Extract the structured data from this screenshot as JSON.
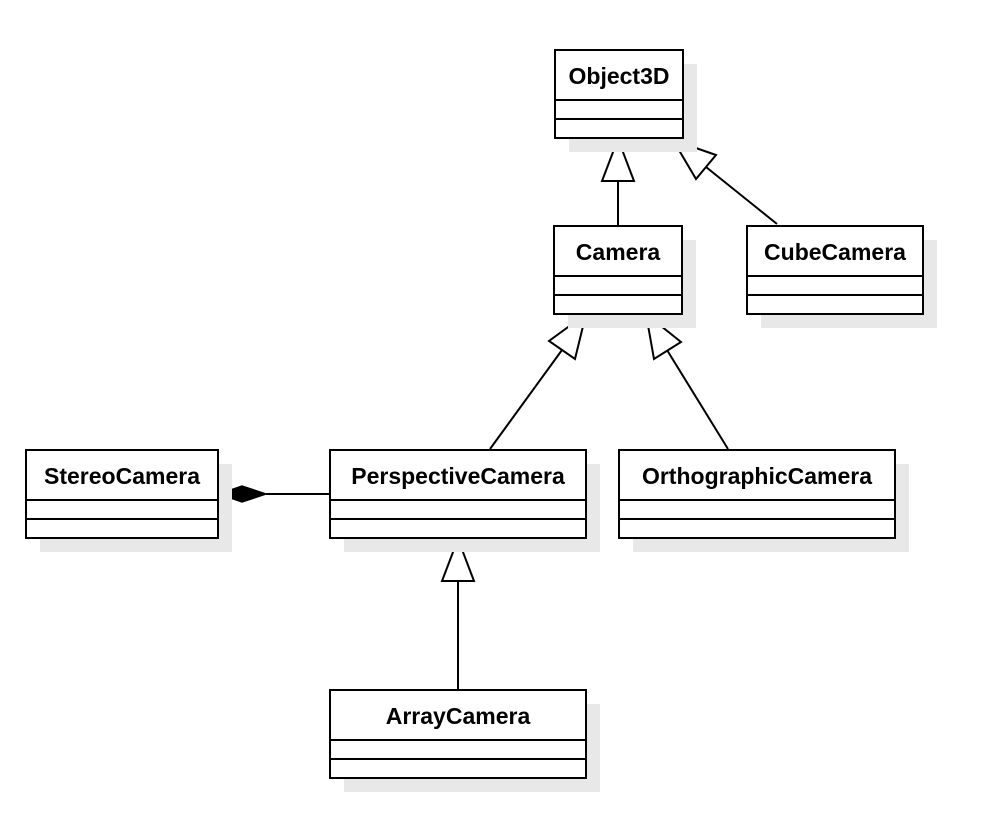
{
  "diagram": {
    "type": "uml-class-diagram",
    "classes": [
      {
        "id": "object3d",
        "name": "Object3D"
      },
      {
        "id": "camera",
        "name": "Camera"
      },
      {
        "id": "cubecamera",
        "name": "CubeCamera"
      },
      {
        "id": "stereocamera",
        "name": "StereoCamera"
      },
      {
        "id": "perspectivecamera",
        "name": "PerspectiveCamera"
      },
      {
        "id": "orthographiccamera",
        "name": "OrthographicCamera"
      },
      {
        "id": "arraycamera",
        "name": "ArrayCamera"
      }
    ],
    "relations": [
      {
        "kind": "generalization",
        "from": "camera",
        "to": "object3d"
      },
      {
        "kind": "generalization",
        "from": "cubecamera",
        "to": "object3d"
      },
      {
        "kind": "generalization",
        "from": "perspectivecamera",
        "to": "camera"
      },
      {
        "kind": "generalization",
        "from": "orthographiccamera",
        "to": "camera"
      },
      {
        "kind": "generalization",
        "from": "arraycamera",
        "to": "perspectivecamera"
      },
      {
        "kind": "composition",
        "whole": "stereocamera",
        "part": "perspectivecamera"
      }
    ]
  }
}
